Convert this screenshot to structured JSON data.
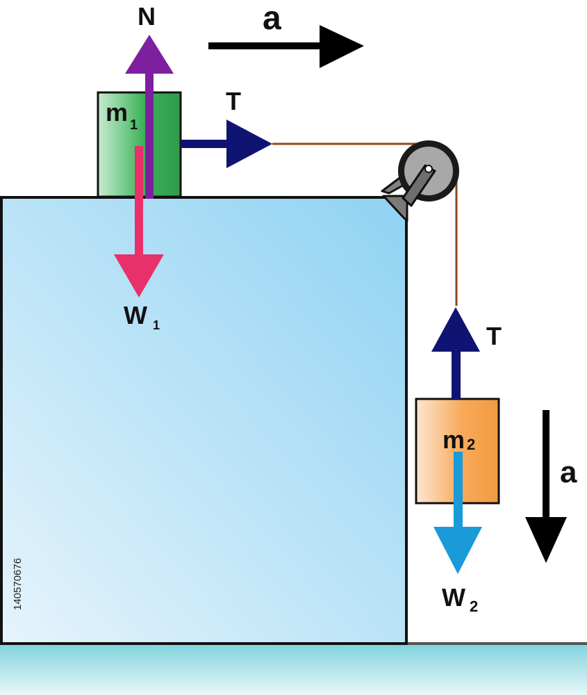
{
  "labels": {
    "accel_top": "a",
    "accel_right": "a",
    "normal": "N",
    "tension_1": "T",
    "tension_2": "T",
    "mass_1": {
      "base": "m",
      "sub": "1"
    },
    "mass_2": {
      "base": "m",
      "sub": "2"
    },
    "weight_1": {
      "base": "W",
      "sub": "1"
    },
    "weight_2": {
      "base": "W",
      "sub": "2"
    }
  },
  "stock_id": "140570676",
  "colors": {
    "table_light": "#e6f4fc",
    "table_dark": "#8fd2f2",
    "floor": "#7fd3dc",
    "block1": "#3db35a",
    "block2": "#f5a04a",
    "normal_arrow": "#7e1fa0",
    "weight1_arrow": "#e8306a",
    "weight2_arrow": "#1a9ad8",
    "tension_arrow": "#0f1473",
    "rope": "#8b4a1c",
    "pulley": "#9a9a9a",
    "accel_arrow": "#000000"
  },
  "icons": {
    "pulley": "pulley-icon"
  }
}
